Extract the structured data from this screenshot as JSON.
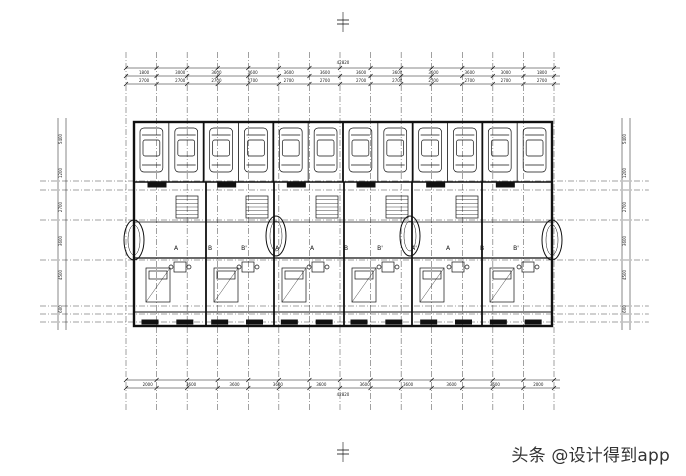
{
  "drawing": {
    "overall_top": "42820",
    "overall_bottom": "42820",
    "top_dims_row1": [
      "1800",
      "3000",
      "3600",
      "3600",
      "3600",
      "3600",
      "3600",
      "3600",
      "3600",
      "3600",
      "3000",
      "1800"
    ],
    "top_dims_row2": [
      "2700",
      "2700",
      "2700",
      "2700",
      "2700",
      "2700",
      "2700",
      "2700",
      "2700",
      "2700",
      "2700",
      "2700"
    ],
    "bottom_dims": [
      "2000",
      "3600",
      "3600",
      "3600",
      "3600",
      "3600",
      "3600",
      "3600",
      "3600",
      "2000"
    ],
    "left_dims": [
      "5400",
      "1200",
      "2700",
      "3600",
      "4500",
      "600"
    ],
    "right_dims": [
      "5400",
      "1200",
      "2700",
      "3600",
      "4500",
      "600"
    ],
    "unit_marks": [
      "A",
      "B",
      "B'",
      "A'",
      "A",
      "B",
      "B'",
      "A'",
      "A",
      "B",
      "B'"
    ]
  },
  "watermark": "头条 @设计得到app"
}
